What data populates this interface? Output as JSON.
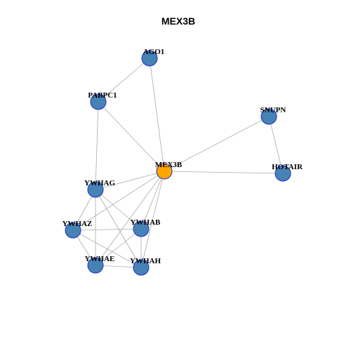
{
  "title": "MEX3B",
  "colors": {
    "default_node": "#4682b4",
    "focus_node": "#ffa500",
    "node_border": "#1f2fc4",
    "edge": "#aaaaaa"
  },
  "nodes": [
    {
      "id": "AGO1",
      "label": "AGO1",
      "focus": false
    },
    {
      "id": "PABPC1",
      "label": "PABPC1",
      "focus": false
    },
    {
      "id": "SNUPN",
      "label": "SNUPN",
      "focus": false
    },
    {
      "id": "MEX3B",
      "label": "MEX3B",
      "focus": true
    },
    {
      "id": "HOTAIR",
      "label": "HOTAIR",
      "focus": false
    },
    {
      "id": "YWHAG",
      "label": "YWHAG",
      "focus": false
    },
    {
      "id": "YWHAZ",
      "label": "YWHAZ",
      "focus": false
    },
    {
      "id": "YWHAB",
      "label": "YWHAB",
      "focus": false
    },
    {
      "id": "YWHAE",
      "label": "YWHAE",
      "focus": false
    },
    {
      "id": "YWHAH",
      "label": "YWHAH",
      "focus": false
    }
  ],
  "edges": [
    [
      "AGO1",
      "PABPC1"
    ],
    [
      "AGO1",
      "MEX3B"
    ],
    [
      "PABPC1",
      "MEX3B"
    ],
    [
      "PABPC1",
      "YWHAG"
    ],
    [
      "SNUPN",
      "MEX3B"
    ],
    [
      "SNUPN",
      "HOTAIR"
    ],
    [
      "MEX3B",
      "HOTAIR"
    ],
    [
      "MEX3B",
      "YWHAG"
    ],
    [
      "MEX3B",
      "YWHAZ"
    ],
    [
      "MEX3B",
      "YWHAB"
    ],
    [
      "MEX3B",
      "YWHAE"
    ],
    [
      "MEX3B",
      "YWHAH"
    ],
    [
      "YWHAG",
      "YWHAZ"
    ],
    [
      "YWHAG",
      "YWHAB"
    ],
    [
      "YWHAG",
      "YWHAE"
    ],
    [
      "YWHAG",
      "YWHAH"
    ],
    [
      "YWHAZ",
      "YWHAB"
    ],
    [
      "YWHAZ",
      "YWHAE"
    ],
    [
      "YWHAZ",
      "YWHAH"
    ],
    [
      "YWHAB",
      "YWHAE"
    ],
    [
      "YWHAB",
      "YWHAH"
    ],
    [
      "YWHAE",
      "YWHAH"
    ]
  ]
}
